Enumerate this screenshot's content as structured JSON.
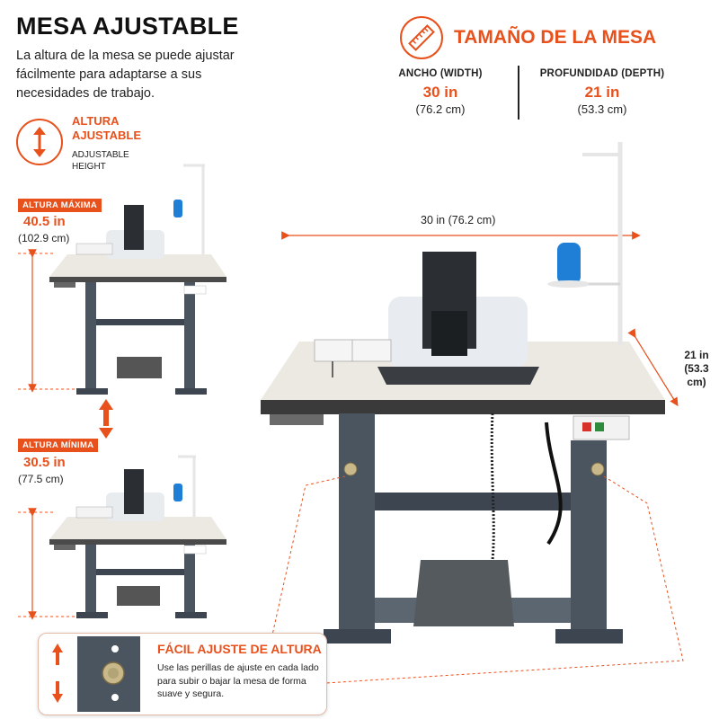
{
  "header": {
    "title": "MESA AJUSTABLE",
    "intro": "La altura de la mesa se puede ajustar fácilmente para adaptarse a sus necesidades de trabajo."
  },
  "adjustable": {
    "label_line1": "ALTURA",
    "label_line2": "AJUSTABLE",
    "sub_line1": "ADJUSTABLE",
    "sub_line2": "HEIGHT",
    "icon": "up-down-arrow-icon"
  },
  "table_size": {
    "title": "TAMAÑO DE LA MESA",
    "icon": "ruler-icon",
    "width_label": "ANCHO (WIDTH)",
    "width_value": "30 in",
    "width_cm": "(76.2 cm)",
    "depth_label": "PROFUNDIDAD (DEPTH)",
    "depth_value": "21 in",
    "depth_cm": "(53.3 cm)"
  },
  "heights": {
    "max_tag": "ALTURA MÁXIMA",
    "max_value": "40.5 in",
    "max_cm": "(102.9 cm)",
    "min_tag": "ALTURA MÍNIMA",
    "min_value": "30.5 in",
    "min_cm": "(77.5 cm)"
  },
  "main_dims": {
    "width_text": "30 in (76.2 cm)",
    "depth_line1": "21 in",
    "depth_line2": "(53.3 cm)"
  },
  "callout": {
    "title": "FÁCIL AJUSTE DE ALTURA",
    "body": "Use las perillas de ajuste en cada lado para subir o bajar la mesa de forma suave y segura."
  },
  "colors": {
    "accent": "#e8501c",
    "frame": "#4a5560",
    "tabletop": "#ece9e2"
  }
}
